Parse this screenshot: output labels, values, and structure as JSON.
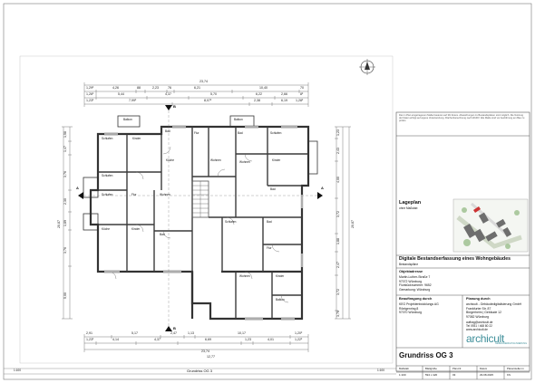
{
  "sheet": {
    "scale_left": "1:100",
    "plan_caption": "Grundriss OG 3",
    "scale_right": "1:100"
  },
  "north_symbol": "north-arrow-icon",
  "dimensions": {
    "top_overall": "23,74",
    "top_chain_1": [
      "1,29²",
      "4,26",
      "88",
      "2,23",
      "76",
      "6,21",
      "10,40",
      "70"
    ],
    "top_chain_2": [
      "1,26²",
      "5,44",
      "4,37",
      "5,70",
      "6,22",
      "2,66",
      "8²"
    ],
    "top_chain_3": [
      "1,23²",
      "7,99²",
      "8,07²",
      "2,38",
      "6,19",
      "1,28²"
    ],
    "bottom_chain_1": [
      "2,91",
      "5,17",
      "2,47",
      "1,13",
      "10,17",
      "1,20²"
    ],
    "bottom_chain_2": [
      "1,23²",
      "4,14",
      "4,37",
      "6,69",
      "1,23",
      "4,01",
      "1,22²"
    ],
    "bottom_overall": "23,74",
    "bottom_overall_2": "12,77",
    "left_overall": "20,87",
    "left_chain": [
      "1,58",
      "1,47",
      "3,76",
      "2,30",
      "1,89",
      "3,76",
      "5,00"
    ],
    "right_chain": [
      "1,23",
      "2,43",
      "4,00",
      "3,72",
      "1,88",
      "2,47",
      "3,72",
      "3,76"
    ],
    "right_overall": "20,87"
  },
  "rooms": [
    {
      "name": "Balkon"
    },
    {
      "name": "Schlafen"
    },
    {
      "name": "Kinder"
    },
    {
      "name": "Bad"
    },
    {
      "name": "Schlafen"
    },
    {
      "name": "Küche"
    },
    {
      "name": "Wohnen"
    },
    {
      "name": "Flur"
    },
    {
      "name": "Bad"
    },
    {
      "name": "Schlafen"
    },
    {
      "name": "Wohnen"
    },
    {
      "name": "Kinder"
    },
    {
      "name": "Balkon"
    },
    {
      "name": "Bad"
    },
    {
      "name": "Schlafen"
    },
    {
      "name": "Flur"
    },
    {
      "name": "Küche"
    },
    {
      "name": "Wohnen"
    },
    {
      "name": "Bad"
    },
    {
      "name": "Kinder"
    },
    {
      "name": "Schlafen"
    },
    {
      "name": "Bad"
    },
    {
      "name": "Flur"
    },
    {
      "name": "Wohnen"
    },
    {
      "name": "Kinder"
    },
    {
      "name": "Balkon"
    }
  ],
  "section_marks": [
    "A",
    "A",
    "B",
    "B"
  ],
  "title_block": {
    "note_text": "Die im Plan eingetragenen Maße basieren auf 3D-Scans. Abweichungen zu Bestandsplänen sind möglich. Die Nutzung der Daten erfolgt auf eigene Verantwortung. Flächenberechnung nach WoFlV. Alle Maße sind vor Ausführung am Bau zu prüfen.",
    "site_title": "Lageplan",
    "site_subtitle": "ohne Maßstab",
    "project_title": "Digitale Bestandserfassung eines Wohngebäudes",
    "project_subtitle": "Bestandspläne",
    "object_heading": "Objektadresse",
    "object_lines": [
      "Martin-Luther-Straße 7",
      "97072 Würzburg",
      "Flurstücknummer: 9652",
      "Gemarkung: Würzburg"
    ],
    "client_heading": "Beauftragung durch",
    "client_lines": [
      "KEG Projektentwicklungs AG",
      "Röntgenring 8",
      "97070 Würzburg"
    ],
    "planner_heading": "Planung durch",
    "planner_lines": [
      "archicult - Gebäudedigitalisierung GmbH",
      "Frankfurter Str. 87",
      "Bürgerheim | Gebäude 12",
      "97082 Würzburg"
    ],
    "planner_contact": [
      "auftrag@archicult.de",
      "Tel 0931 / 468 80 22",
      "www.archicult.de"
    ],
    "logo_word": "archicult",
    "logo_sub": "GEBÄUDEDIGITALISIERUNG",
    "plan_title": "Grundriss OG 3"
  },
  "footer": {
    "headers": [
      "Maßstab",
      "Blattgröße",
      "Plan-Nr.",
      "Datum",
      "Planersteller-in"
    ],
    "values": [
      "1:100",
      "594 x 420",
      "03",
      "29.08.2025",
      "KS"
    ]
  },
  "colors": {
    "wall": "#3a3a3a",
    "line": "#444444",
    "paper": "#ffffff",
    "site_roof": "#6e6e6e",
    "site_green": "#9bbf8c"
  }
}
